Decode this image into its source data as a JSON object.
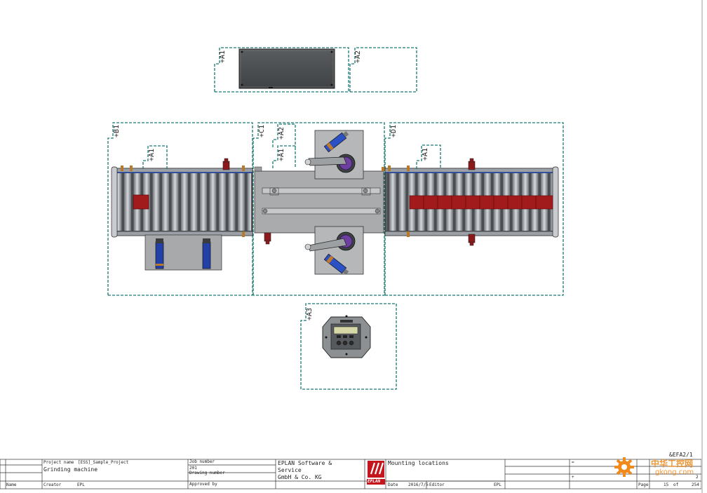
{
  "drawing": {
    "locations": {
      "a1_top": "+A1",
      "a2_top": "+A2",
      "b1": "+B1",
      "b1_a1": "+A1",
      "c1": "+C1",
      "c1_a2": "+A2",
      "c1_a1": "+A1",
      "d1": "+D1",
      "d1_a1": "+A1",
      "a3": "+A3"
    }
  },
  "title_block": {
    "project_name_label": "Project name",
    "project_name_value": "[ESS]_Sample_Project",
    "project_description": "Grinding machine",
    "job_number_label": "Job number",
    "job_number_value": "201",
    "drawing_number_label": "Drawing number",
    "approved_by_label": "Approved by",
    "name_label": "Name",
    "creator_label": "Creator",
    "creator_value": "EPL",
    "company_line1": "EPLAN Software &",
    "company_line2": "Service",
    "company_line3": "GmbH & Co. KG",
    "logo_text": "EPLAN",
    "page_title": "Mounting locations",
    "date_label": "Date",
    "date_value": "2016/7/5",
    "editor_label": "Editor",
    "editor_value": "EPL",
    "eq_sign": "=",
    "plus_sign": "+",
    "page_ref": "&EFA2/1",
    "page_label": "Page",
    "page_value": "15",
    "of_label": "of",
    "page_total": "254",
    "sheet_value": "2"
  },
  "watermark": {
    "text_cn": "中华工控网",
    "url": "gkong.com"
  }
}
